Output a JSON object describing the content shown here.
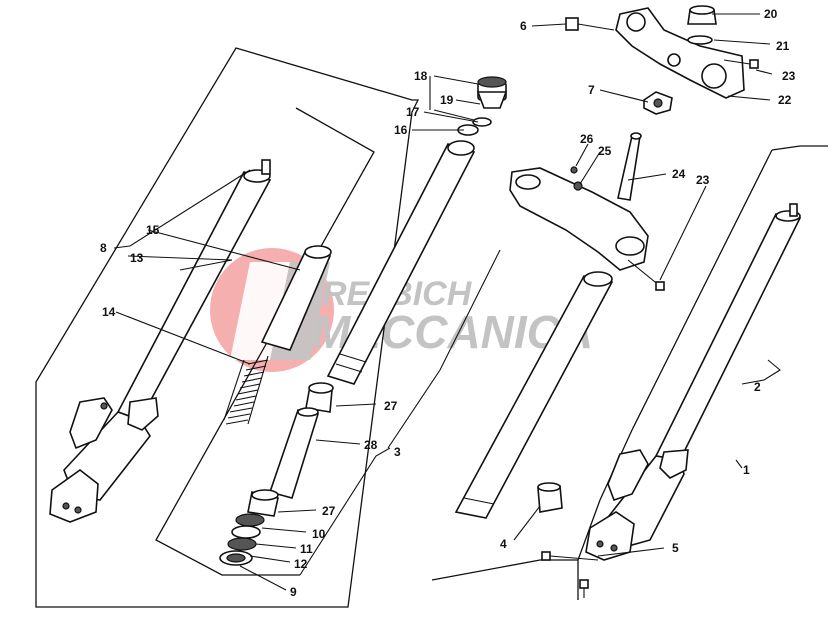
{
  "watermark": {
    "line1": "REJBICH",
    "line2": "MECCANICA"
  },
  "callouts": {
    "n1": "1",
    "n2": "2",
    "n3": "3",
    "n4": "4",
    "n5": "5",
    "n6": "6",
    "n7": "7",
    "n8": "8",
    "n9": "9",
    "n10": "10",
    "n11": "11",
    "n12": "12",
    "n13": "13",
    "n14": "14",
    "n15": "15",
    "n16": "16",
    "n17": "17",
    "n18": "18",
    "n19": "19",
    "n20": "20",
    "n21": "21",
    "n22": "22",
    "n23a": "23",
    "n23b": "23",
    "n24": "24",
    "n25": "25",
    "n26": "26",
    "n27a": "27",
    "n27b": "27",
    "n28": "28"
  }
}
